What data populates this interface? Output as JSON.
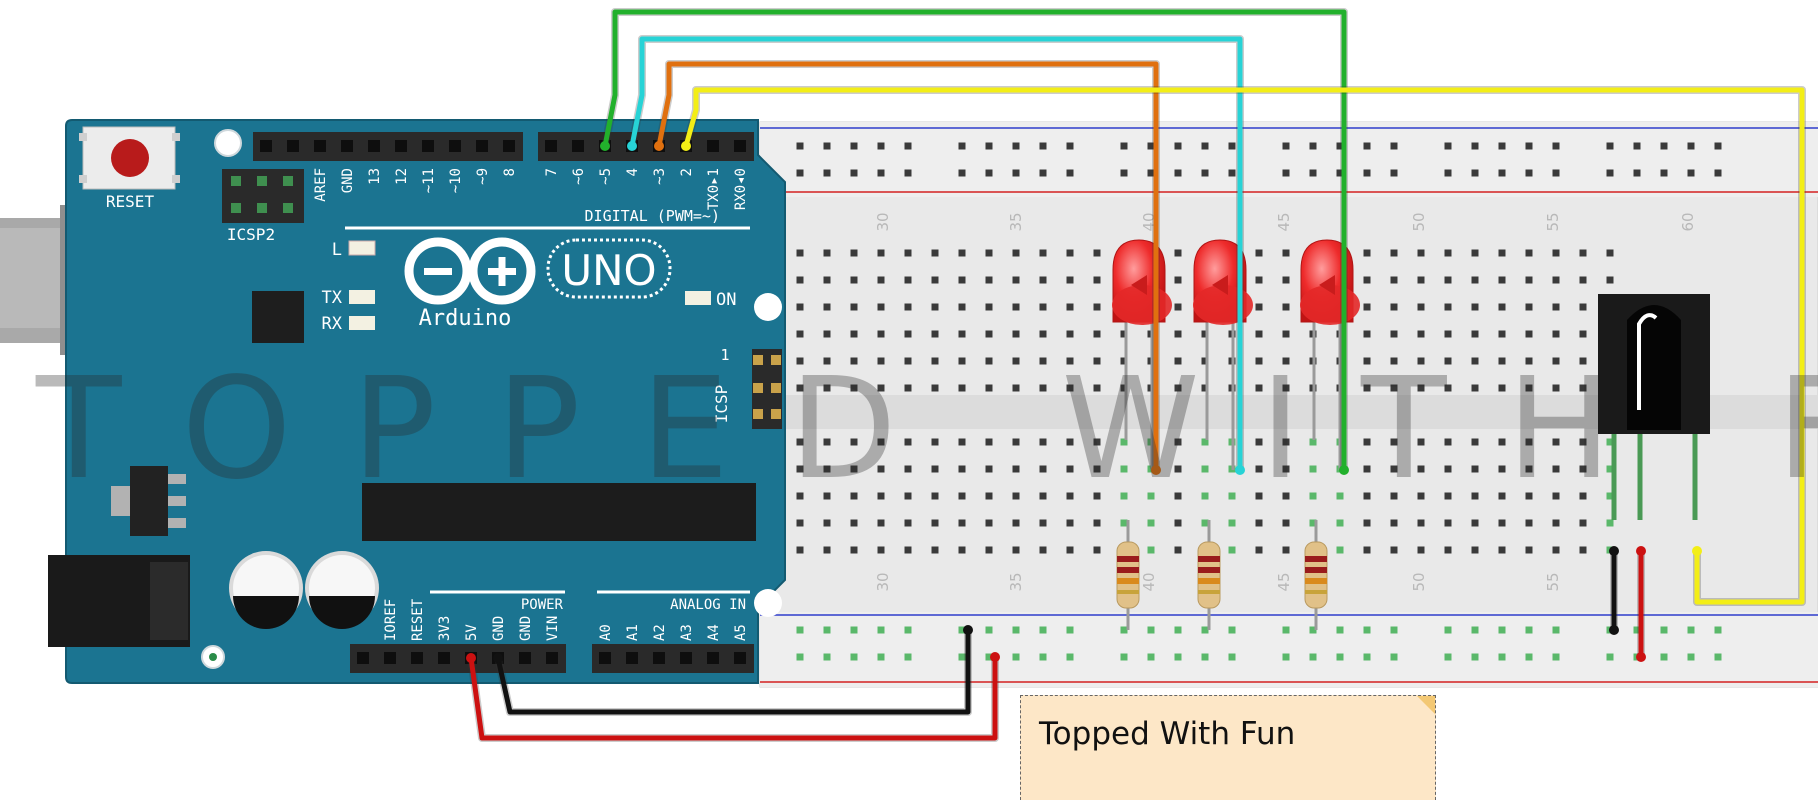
{
  "board": {
    "reset_label": "RESET",
    "icsp2_label": "ICSP2",
    "icsp_label": "ICSP",
    "icsp_pin1": "1",
    "led_l": "L",
    "led_tx": "TX",
    "led_rx": "RX",
    "on_label": "ON",
    "logo_text": "Arduino",
    "model_text": "UNO",
    "digital_label": "DIGITAL (PWM=~)",
    "power_label": "POWER",
    "analog_label": "ANALOG IN",
    "header_top_left": [
      "AREF",
      "GND",
      "13",
      "12",
      "~11",
      "~10",
      "~9",
      "8"
    ],
    "header_top_right": [
      "7",
      "~6",
      "~5",
      "4",
      "~3",
      "2",
      "TX0▸1",
      "RX0◂0"
    ],
    "power_pins": [
      "IOREF",
      "RESET",
      "3V3",
      "5V",
      "GND",
      "GND",
      "VIN"
    ],
    "analog_pins": [
      "A0",
      "A1",
      "A2",
      "A3",
      "A4",
      "A5"
    ]
  },
  "breadboard": {
    "column_numbers_top": [
      "30",
      "35",
      "40",
      "45",
      "50",
      "55",
      "60"
    ],
    "column_numbers_bottom": [
      "30",
      "35",
      "40",
      "45",
      "50",
      "55"
    ]
  },
  "wires": [
    {
      "name": "pin5-to-led3",
      "color": "#22b02c"
    },
    {
      "name": "pin4-to-led2",
      "color": "#27d3d6"
    },
    {
      "name": "pin3-to-led1",
      "color": "#e0700f"
    },
    {
      "name": "pin2-to-ir",
      "color": "#f3ee16"
    },
    {
      "name": "gnd-to-rail",
      "color": "#111111"
    },
    {
      "name": "5v-to-rail",
      "color": "#cc1111"
    }
  ],
  "watermark": "TOPPED WITH FUN",
  "note": {
    "text": "Topped With Fun"
  }
}
